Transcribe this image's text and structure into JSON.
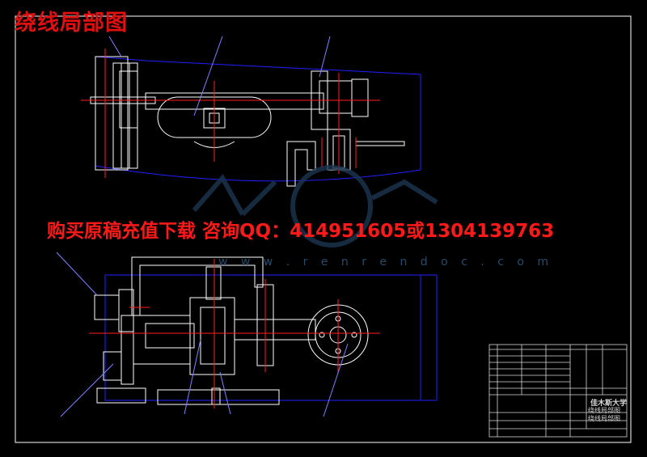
{
  "header": {
    "title": "绕线局部图"
  },
  "banner": {
    "text": "购买原稿充值下载 咨询QQ：414951605或1304139763"
  },
  "watermark": {
    "url": "w w w . r e n r e n d o c . c o m"
  },
  "title_block": {
    "school": "佳木斯大学",
    "drawing_name_1": "绕线局部图",
    "drawing_name_2": "绕线局部图"
  },
  "colors": {
    "background": "#000000",
    "frame": "#ffffff",
    "outline": "#2020ff",
    "centerline": "#ff2020",
    "banner": "#ff1a1a"
  }
}
